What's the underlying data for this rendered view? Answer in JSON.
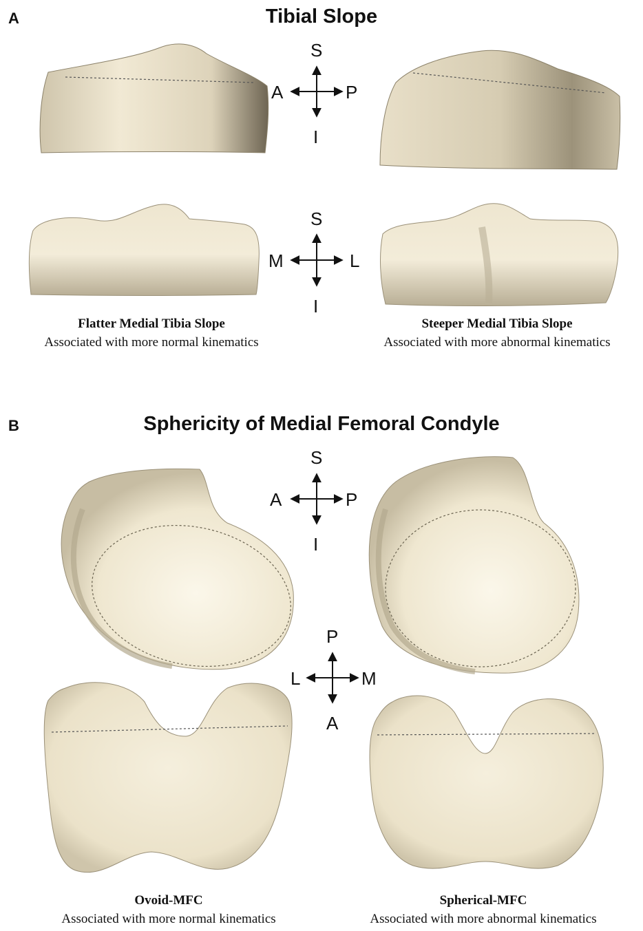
{
  "panel_a": {
    "letter": "A",
    "title": "Tibial Slope",
    "sagittal_axes": {
      "up": "S",
      "down": "I",
      "left": "A",
      "right": "P"
    },
    "coronal_axes": {
      "up": "S",
      "down": "I",
      "left": "M",
      "right": "L"
    },
    "left_caption": {
      "title": "Flatter Medial Tibia Slope",
      "subtitle": "Associated with more normal kinematics"
    },
    "right_caption": {
      "title": "Steeper Medial Tibia Slope",
      "subtitle": "Associated with more abnormal kinematics"
    }
  },
  "panel_b": {
    "letter": "B",
    "title": "Sphericity of Medial Femoral Condyle",
    "sagittal_axes": {
      "up": "S",
      "down": "I",
      "left": "A",
      "right": "P"
    },
    "axial_axes": {
      "up": "P",
      "down": "A",
      "left": "L",
      "right": "M"
    },
    "left_caption": {
      "title": "Ovoid-MFC",
      "subtitle": "Associated with more normal kinematics"
    },
    "right_caption": {
      "title": "Spherical-MFC",
      "subtitle": "Associated with more abnormal kinematics"
    }
  },
  "colors": {
    "bone": "#efe6cf",
    "bone_shadow": "#a89e84",
    "bone_highlight": "#fbf8ee",
    "text": "#111111"
  }
}
